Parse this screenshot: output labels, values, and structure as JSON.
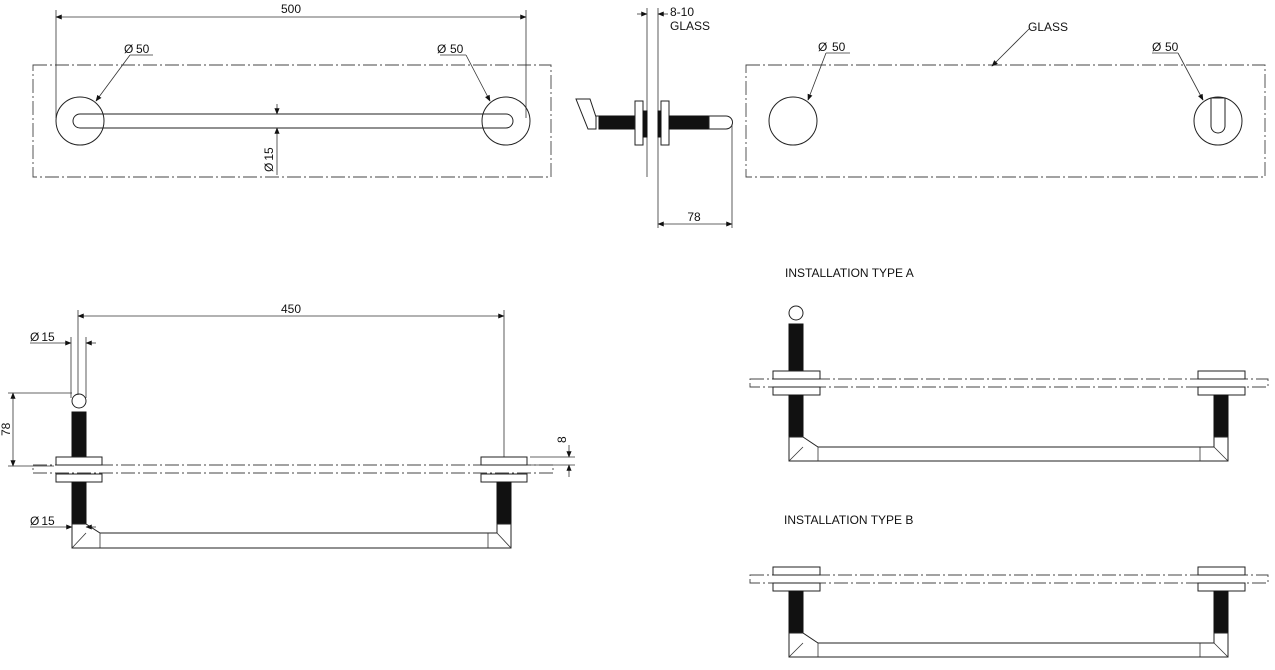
{
  "labels": {
    "dim_500": "500",
    "dia_50_a": "50",
    "dia_50_b": "50",
    "dia_15_top": "15",
    "glass_thickness": "8-10",
    "glass_side": "GLASS",
    "glass_front": "GLASS",
    "dia_50_c": "50",
    "dia_50_d": "50",
    "dim_78_side": "78",
    "dim_450": "450",
    "dia_15_upper": "15",
    "dia_15_lower": "15",
    "dim_78_left": "78",
    "dim_8": "8",
    "install_a": "INSTALLATION TYPE A",
    "install_b": "INSTALLATION TYPE B"
  },
  "symbols": {
    "diameter": "Ø"
  },
  "colors": {
    "line": "#222222",
    "fill_dark": "#111111",
    "background": "#ffffff"
  }
}
